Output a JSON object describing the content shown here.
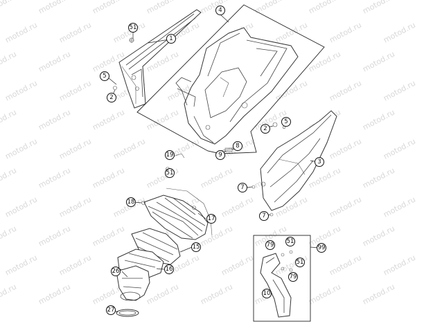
{
  "watermark": "motod.ru",
  "callouts": [
    {
      "id": "c1",
      "label": "1"
    },
    {
      "id": "c2a",
      "label": "2"
    },
    {
      "id": "c2b",
      "label": "2"
    },
    {
      "id": "c3",
      "label": "3"
    },
    {
      "id": "c4",
      "label": "4"
    },
    {
      "id": "c5a",
      "label": "5"
    },
    {
      "id": "c5b",
      "label": "5"
    },
    {
      "id": "c7a",
      "label": "7"
    },
    {
      "id": "c7b",
      "label": "7"
    },
    {
      "id": "c8",
      "label": "8"
    },
    {
      "id": "c9",
      "label": "9"
    },
    {
      "id": "c10",
      "label": "10"
    },
    {
      "id": "c15",
      "label": "15"
    },
    {
      "id": "c16",
      "label": "16"
    },
    {
      "id": "c17",
      "label": "17"
    },
    {
      "id": "c18",
      "label": "18"
    },
    {
      "id": "c19",
      "label": "19"
    },
    {
      "id": "c26",
      "label": "26"
    },
    {
      "id": "c27",
      "label": "27"
    },
    {
      "id": "c51a",
      "label": "51"
    },
    {
      "id": "c51b",
      "label": "51"
    },
    {
      "id": "c51c",
      "label": "51"
    },
    {
      "id": "c51d",
      "label": "51"
    },
    {
      "id": "c79a",
      "label": "79"
    },
    {
      "id": "c79b",
      "label": "79"
    },
    {
      "id": "c99",
      "label": "99"
    }
  ]
}
